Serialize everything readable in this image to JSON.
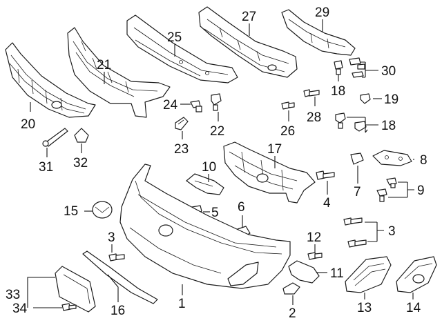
{
  "diagram": {
    "callouts": [
      {
        "id": "c1",
        "text": "1"
      },
      {
        "id": "c2",
        "text": "2"
      },
      {
        "id": "c3a",
        "text": "3"
      },
      {
        "id": "c3b",
        "text": "3"
      },
      {
        "id": "c4",
        "text": "4"
      },
      {
        "id": "c5",
        "text": "5"
      },
      {
        "id": "c6",
        "text": "6"
      },
      {
        "id": "c7",
        "text": "7"
      },
      {
        "id": "c8",
        "text": "8"
      },
      {
        "id": "c9",
        "text": "9"
      },
      {
        "id": "c10",
        "text": "10"
      },
      {
        "id": "c11",
        "text": "11"
      },
      {
        "id": "c12",
        "text": "12"
      },
      {
        "id": "c13",
        "text": "13"
      },
      {
        "id": "c14",
        "text": "14"
      },
      {
        "id": "c15",
        "text": "15"
      },
      {
        "id": "c16",
        "text": "16"
      },
      {
        "id": "c17",
        "text": "17"
      },
      {
        "id": "c18a",
        "text": "18"
      },
      {
        "id": "c18b",
        "text": "18"
      },
      {
        "id": "c19",
        "text": "19"
      },
      {
        "id": "c20",
        "text": "20"
      },
      {
        "id": "c21",
        "text": "21"
      },
      {
        "id": "c22",
        "text": "22"
      },
      {
        "id": "c23",
        "text": "23"
      },
      {
        "id": "c24",
        "text": "24"
      },
      {
        "id": "c25",
        "text": "25"
      },
      {
        "id": "c26",
        "text": "26"
      },
      {
        "id": "c27",
        "text": "27"
      },
      {
        "id": "c28",
        "text": "28"
      },
      {
        "id": "c29",
        "text": "29"
      },
      {
        "id": "c30",
        "text": "30"
      },
      {
        "id": "c31",
        "text": "31"
      },
      {
        "id": "c32",
        "text": "32"
      },
      {
        "id": "c33",
        "text": "33"
      },
      {
        "id": "c34",
        "text": "34"
      }
    ],
    "colors": {
      "line": "#1a1a1a",
      "background": "#ffffff"
    }
  }
}
